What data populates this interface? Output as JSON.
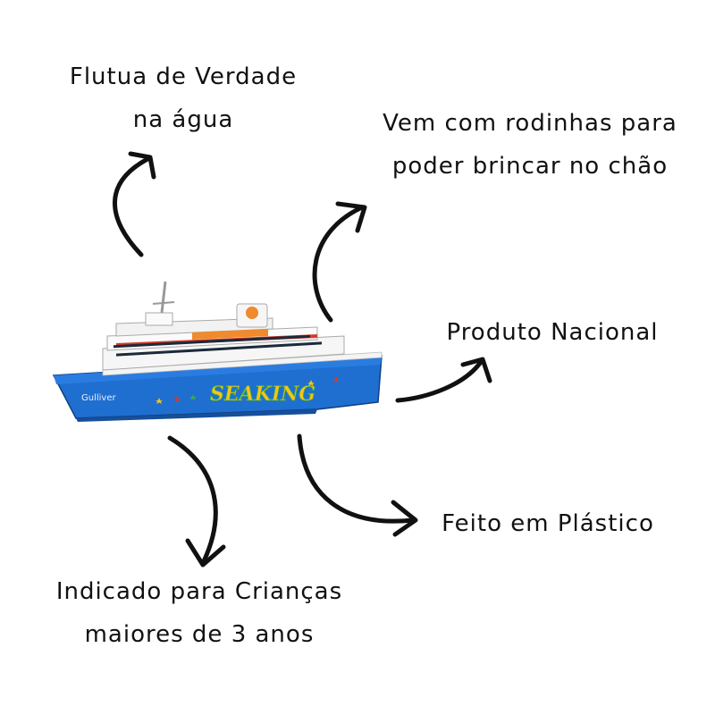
{
  "callouts": {
    "floats": [
      "Flutua de Verdade",
      "na água"
    ],
    "wheels": [
      "Vem com rodinhas para",
      "poder brincar no chão"
    ],
    "national": "Produto Nacional",
    "plastic": "Feito em Plástico",
    "age": [
      "Indicado para Crianças",
      "maiores de 3 anos"
    ]
  },
  "product": {
    "brand": "Gulliver",
    "name": "SEAKING"
  },
  "colors": {
    "hull": "#1f6fd1",
    "hull_dark": "#164f9a",
    "deck_white": "#f4f4f4",
    "stripe_red": "#d83a2a",
    "stripe_orange": "#f08a2c",
    "logo_yellow": "#f5c51d",
    "logo_green": "#3da84a"
  },
  "icons": [
    "arrow-to-floats",
    "arrow-to-wheels",
    "arrow-to-national",
    "arrow-to-plastic",
    "arrow-to-age"
  ]
}
